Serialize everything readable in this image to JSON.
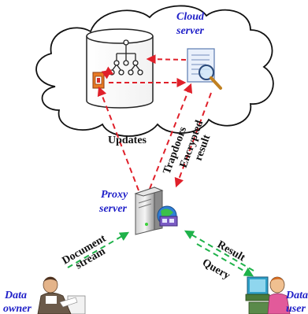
{
  "labels": {
    "cloud_server": [
      "Cloud",
      "server"
    ],
    "proxy_server": [
      "Proxy",
      "server"
    ],
    "data_owner": [
      "Data",
      "owner"
    ],
    "data_user": [
      "Data",
      "user"
    ]
  },
  "edges": {
    "updates": "Updates",
    "trapdoors": "Trapdoors",
    "encrypted_result": [
      "Encrypted",
      "result"
    ],
    "document_stream": [
      "Document",
      "stream"
    ],
    "result": "Result",
    "query": "Query"
  },
  "colors": {
    "arrow_red": "#e0202a",
    "arrow_green": "#1fb24a",
    "label_blue": "#1f1fc8"
  }
}
